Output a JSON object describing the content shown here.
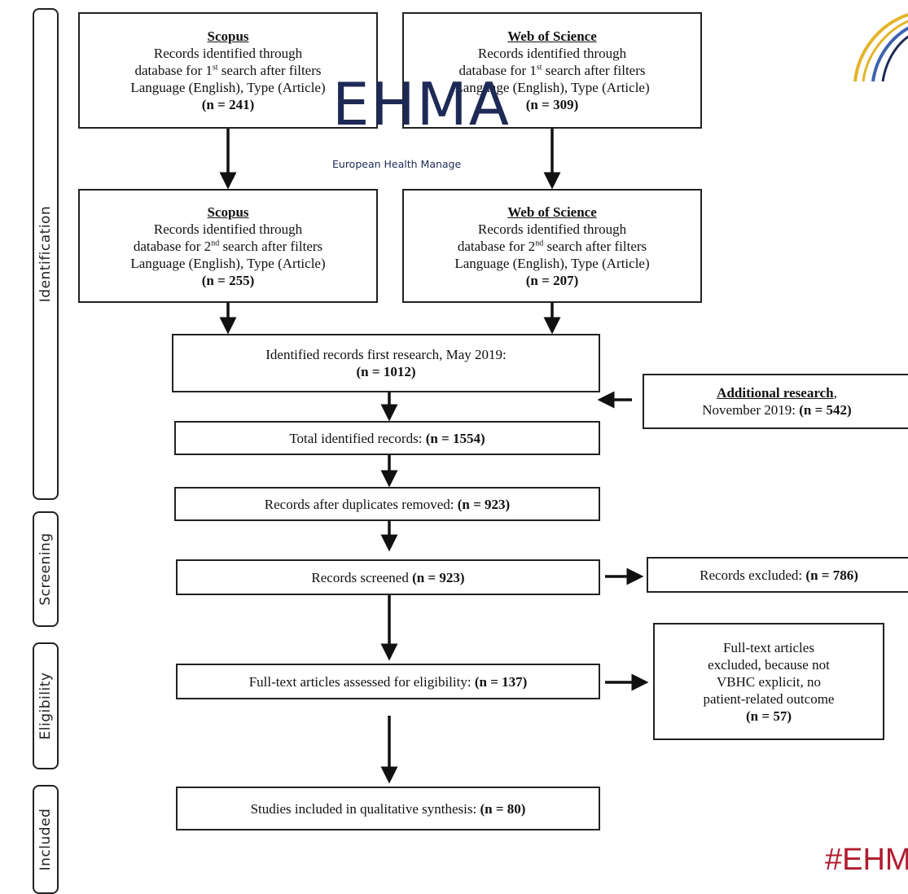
{
  "stages": {
    "identification": "Identification",
    "screening": "Screening",
    "eligibility": "Eligibility",
    "included": "Included"
  },
  "boxes": {
    "scopus_1": {
      "db": "Scopus",
      "line1": "Records identified through",
      "line2_pre": "database for 1",
      "line2_sup": "st",
      "line2_post": " search after filters",
      "line3": "Language (English), Type (Article)",
      "n": "(n = 241)"
    },
    "wos_1": {
      "db": "Web of Science",
      "line1": "Records identified through",
      "line2_pre": "database for 1",
      "line2_sup": "st",
      "line2_post": " search after filters",
      "line3": "Language (English), Type (Article)",
      "n": "(n = 309)"
    },
    "scopus_2": {
      "db": "Scopus",
      "line1": "Records identified through",
      "line2_pre": "database for 2",
      "line2_sup": "nd",
      "line2_post": " search after filters",
      "line3": "Language (English), Type (Article)",
      "n": "(n = 255)"
    },
    "wos_2": {
      "db": "Web of Science",
      "line1": "Records identified through",
      "line2_pre": "database for 2",
      "line2_sup": "nd",
      "line2_post": " search after filters",
      "line3": "Language (English), Type (Article)",
      "n": "(n = 207)"
    },
    "identified_first": {
      "line1": "Identified records first research, May 2019:",
      "n": "(n = 1012)"
    },
    "additional": {
      "title": "Additional research",
      "line2_pre": "November 2019: ",
      "n": "(n = 542)"
    },
    "total": {
      "text": "Total identified records: ",
      "n": "(n = 1554)"
    },
    "duplicates": {
      "text": "Records after duplicates removed: ",
      "n": "(n = 923)"
    },
    "screened": {
      "text": "Records screened ",
      "n": "(n = 923)"
    },
    "excluded": {
      "text": "Records excluded: ",
      "n": "(n = 786)"
    },
    "fulltext": {
      "text": "Full-text articles assessed for eligibility: ",
      "n": "(n = 137)"
    },
    "fulltext_excluded": {
      "line1": "Full-text articles",
      "line2": "excluded, because not",
      "line3": "VBHC explicit, no",
      "line4": "patient-related outcome",
      "n": "(n = 57)"
    },
    "included": {
      "text": "Studies included in qualitative synthesis: ",
      "n": "(n = 80)"
    }
  },
  "logo": {
    "name": "EHMA",
    "subtitle": "European Health Manage",
    "colors": {
      "navy": "#1e2a56",
      "gold": "#e3b428",
      "blue": "#3d63b0"
    }
  },
  "hashtag": {
    "text": "#EHM",
    "color": "#b01c2f"
  }
}
